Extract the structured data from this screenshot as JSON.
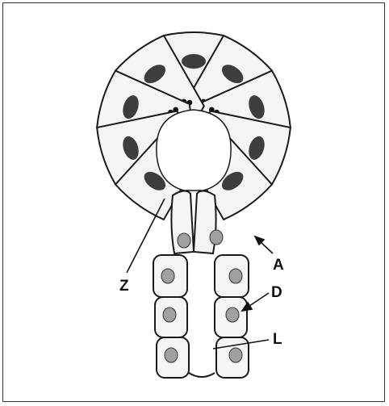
{
  "diagram": {
    "labels": {
      "A": "A",
      "D": "D",
      "L": "L",
      "Z": "Z"
    },
    "colors": {
      "outline": "#1a1a1a",
      "acinar_nucleus": "#3d3d3d",
      "duct_nucleus": "#a0a0a0",
      "granule": "#111111",
      "fill": "#f4f4f4"
    }
  }
}
